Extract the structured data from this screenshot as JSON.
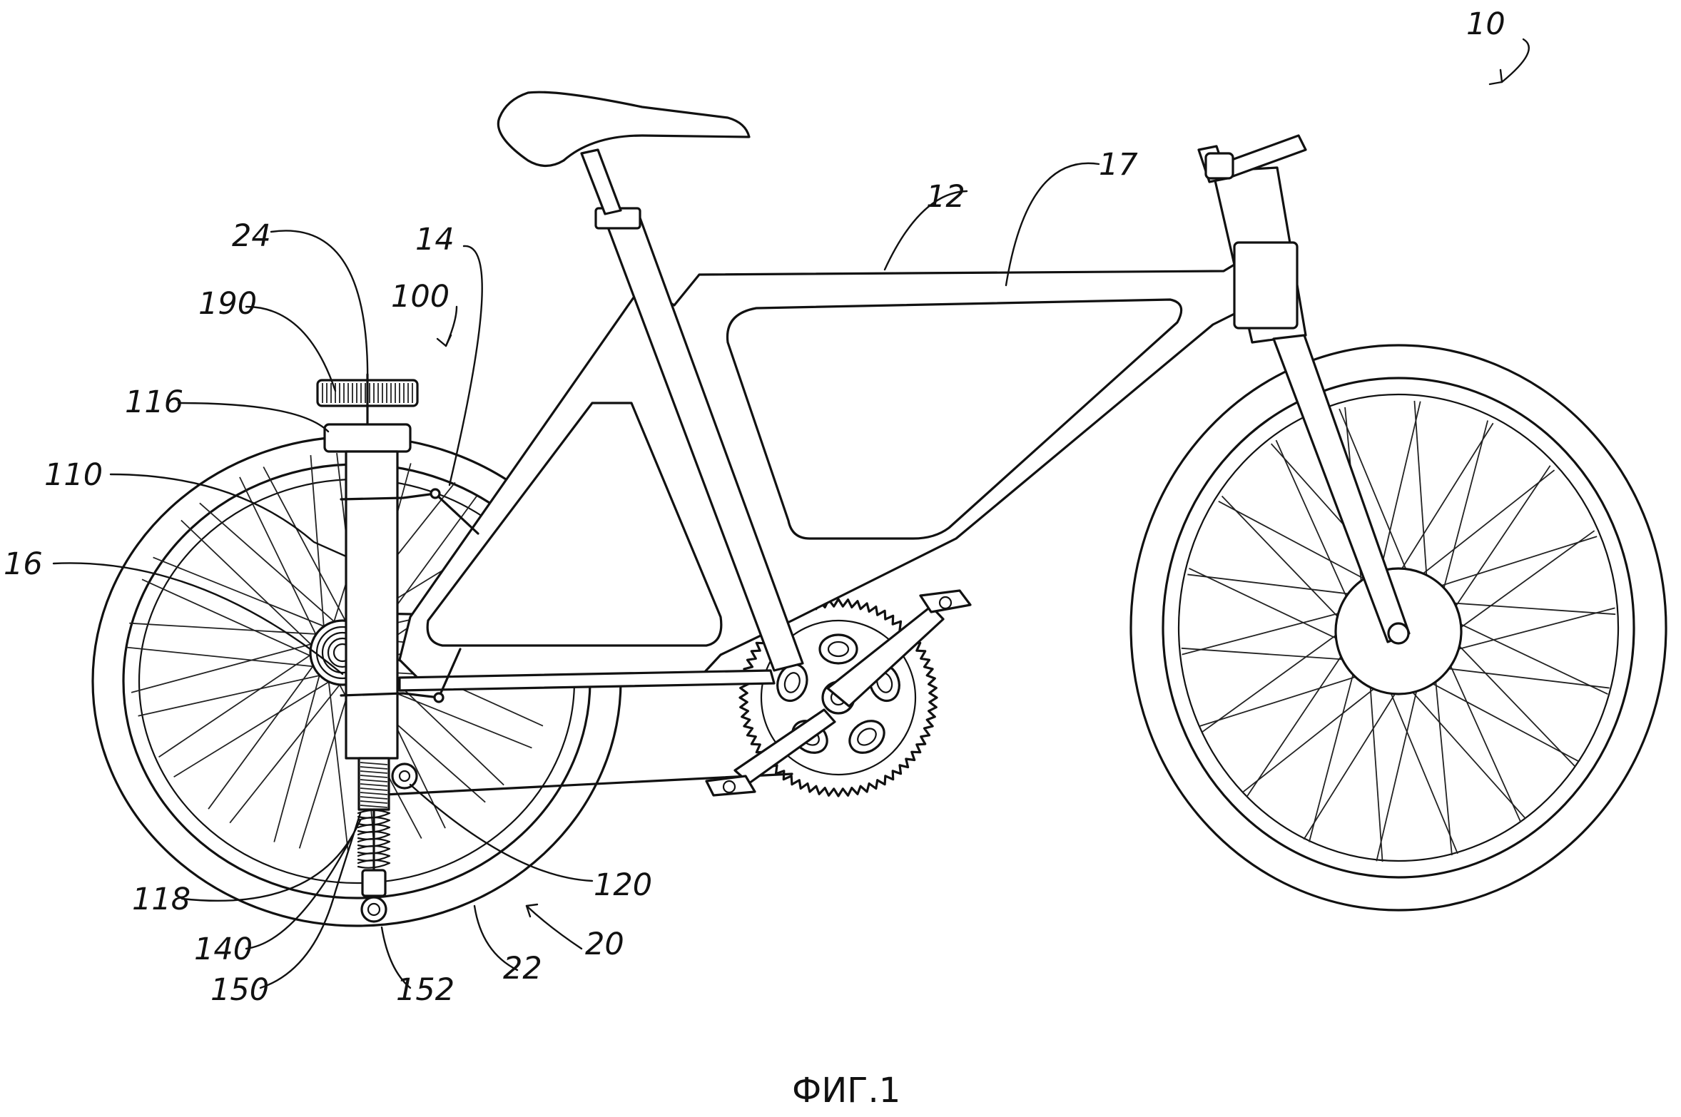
{
  "figure": {
    "caption": "ФИГ.1"
  },
  "labels": {
    "l10": "10",
    "l12": "12",
    "l17": "17",
    "l14": "14",
    "l24": "24",
    "l190": "190",
    "l100": "100",
    "l116": "116",
    "l110": "110",
    "l16": "16",
    "l118": "118",
    "l140": "140",
    "l150": "150",
    "l152": "152",
    "l22": "22",
    "l20": "20",
    "l120": "120"
  }
}
